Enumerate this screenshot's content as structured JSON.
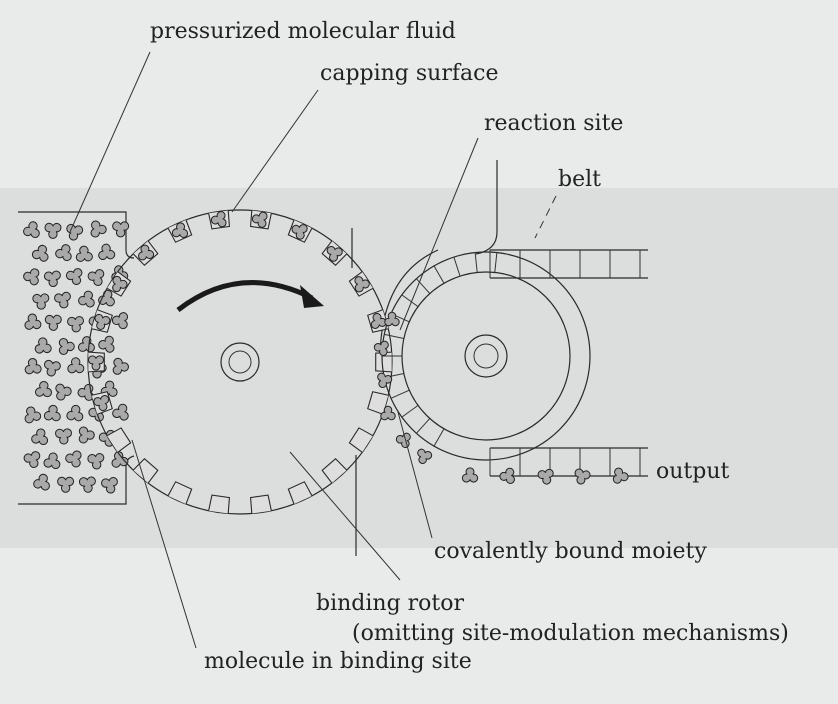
{
  "labels": {
    "pressurized_fluid": "pressurized molecular fluid",
    "capping_surface": "capping surface",
    "reaction_site": "reaction site",
    "belt": "belt",
    "output": "output",
    "covalently_bound": "covalently bound moiety",
    "binding_rotor_line1": "binding rotor",
    "binding_rotor_line2": "(omitting site-modulation mechanisms)",
    "molecule_in_site": "molecule in binding site"
  },
  "colors": {
    "background": "#e9ebeb",
    "panel": "#dcdede",
    "rotor_fill": "#ececec",
    "molecule_fill": "#a9a9a9",
    "stroke": "#2a2a2a"
  }
}
